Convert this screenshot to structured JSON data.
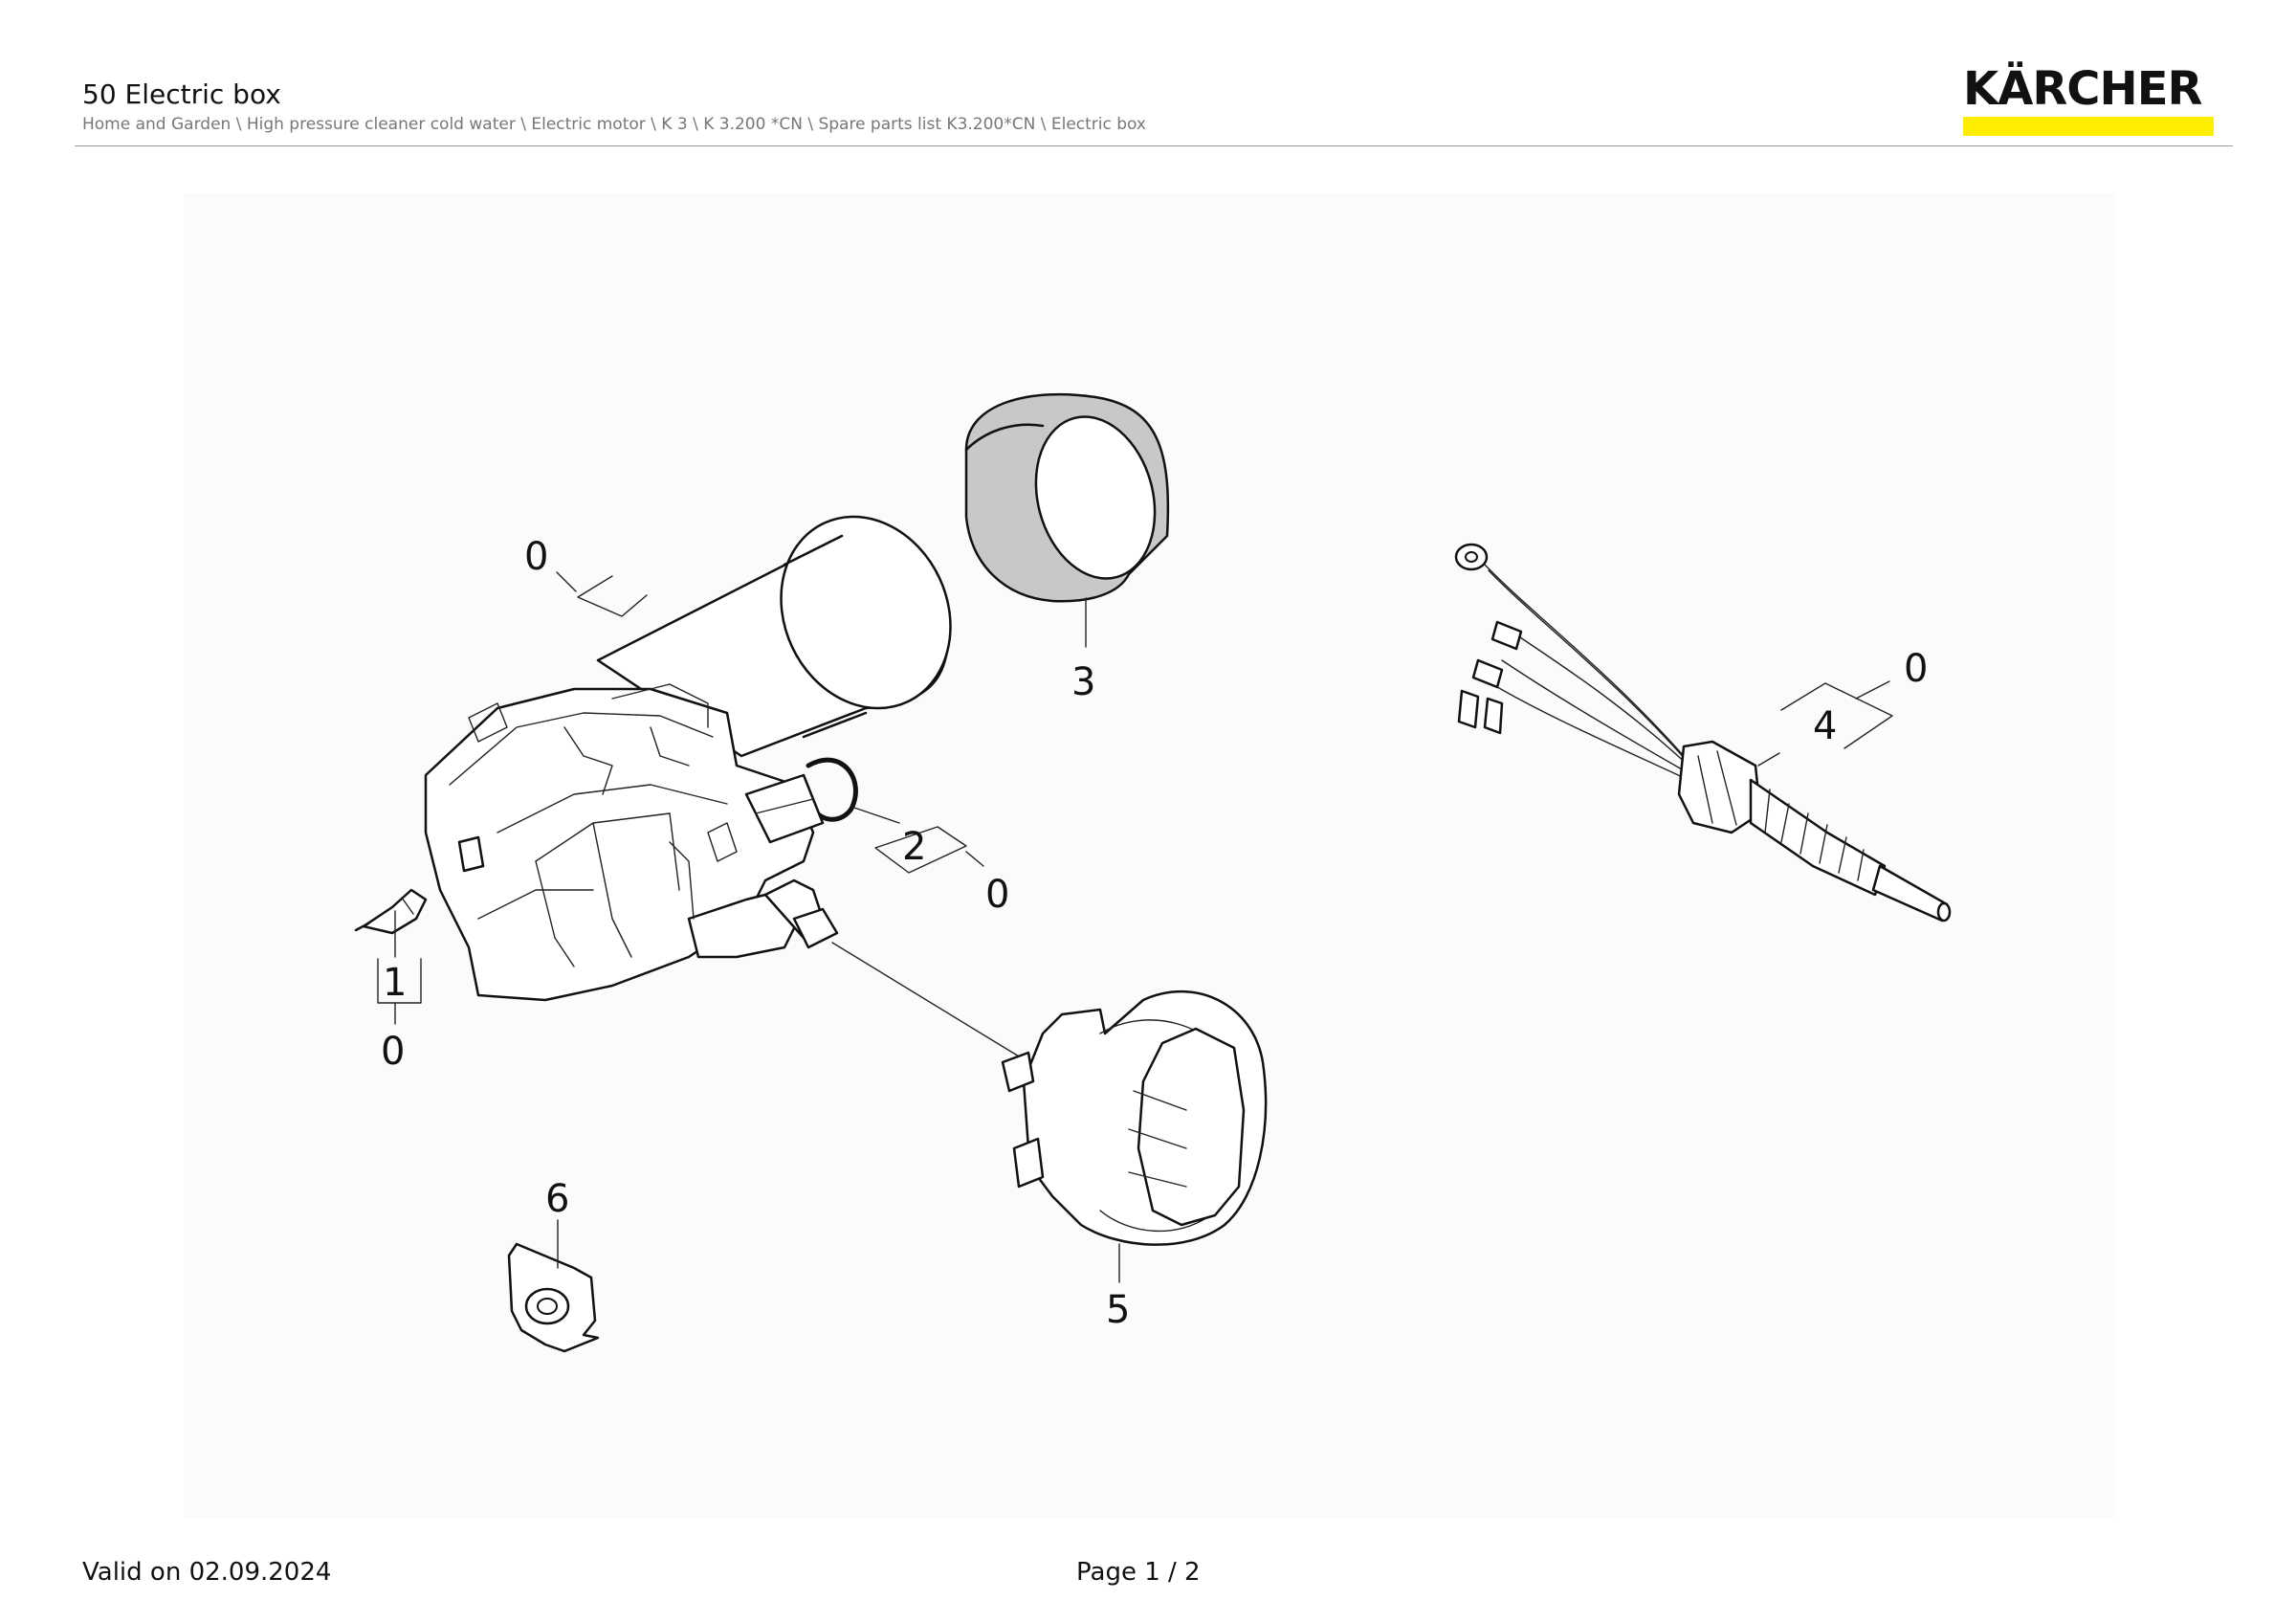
{
  "header": {
    "title": "50 Electric box",
    "breadcrumb": "Home and Garden \\ High pressure cleaner cold water \\ Electric motor \\ K 3 \\ K 3.200 *CN \\ Spare parts list K3.200*CN \\ Electric box",
    "logo_text": "KÄRCHER",
    "logo_bar_color": "#ffed00"
  },
  "diagram": {
    "callouts": [
      {
        "id": "motor-group",
        "label": "0"
      },
      {
        "id": "ring",
        "label": "3"
      },
      {
        "id": "part-2",
        "label": "2"
      },
      {
        "id": "part-2-group",
        "label": "0"
      },
      {
        "id": "part-1",
        "label": "1"
      },
      {
        "id": "part-1-group",
        "label": "0"
      },
      {
        "id": "cable",
        "label": "4"
      },
      {
        "id": "cable-group",
        "label": "0"
      },
      {
        "id": "cover",
        "label": "5"
      },
      {
        "id": "grommet",
        "label": "6"
      }
    ]
  },
  "footer": {
    "valid": "Valid on 02.09.2024",
    "page": "Page 1 / 2"
  }
}
